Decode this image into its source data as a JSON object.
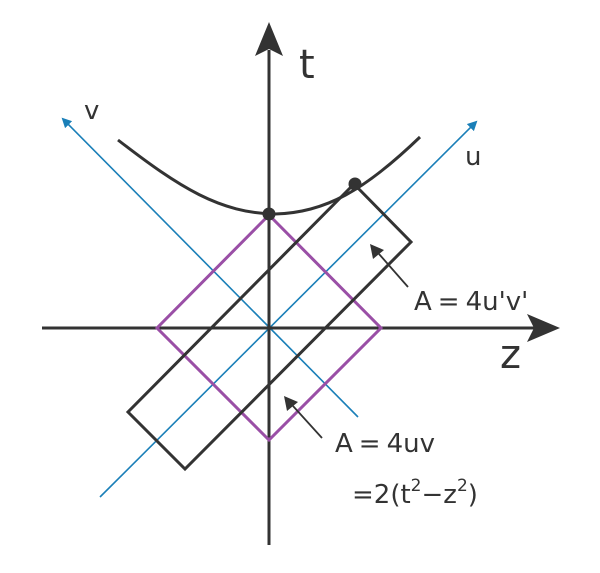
{
  "colors": {
    "axes": "#333333",
    "lightcone": "#1a7fb8",
    "square": "#9a4fa6",
    "rectangle": "#333333",
    "hyperbola": "#333333",
    "text": "#333333"
  },
  "labels": {
    "t_axis": "t",
    "z_axis": "z",
    "v_axis": "v",
    "u_axis": "u"
  },
  "annotations": {
    "rect_area": {
      "lhs": "A",
      "eq": "=",
      "rhs": "4u'v'"
    },
    "square_area": {
      "lhs": "A",
      "eq": "=",
      "rhs": "4uv",
      "line2_prefix": "=2(t",
      "exp1": "2",
      "line2_mid": "−z",
      "exp2": "2",
      "line2_suffix": ")"
    }
  },
  "icons": {
    "axis_arrow": "arrowhead-icon",
    "hyperbola_point": "dot-icon"
  }
}
